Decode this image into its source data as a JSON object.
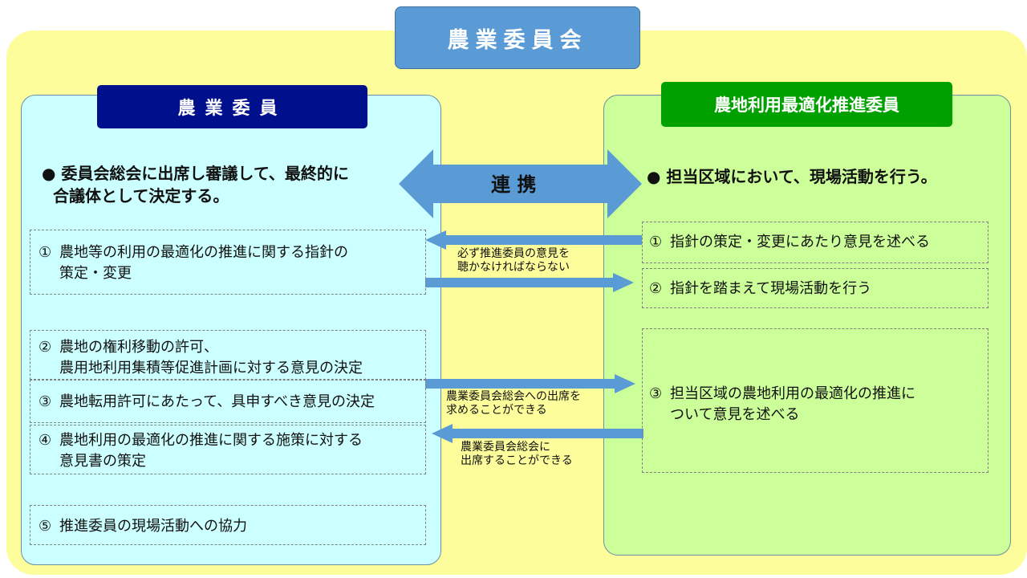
{
  "title": "農業委員会",
  "left": {
    "header": "農業委員",
    "lead_line1": "● 委員会総会に出席し審議して、最終的に",
    "lead_line2": "合議体として決定する。",
    "items": [
      {
        "num": "①",
        "line1": "農地等の利用の最適化の推進に関する指針の",
        "line2": "策定・変更"
      },
      {
        "num": "②",
        "line1": "農地の権利移動の許可、",
        "line2": "農用地利用集積等促進計画に対する意見の決定"
      },
      {
        "num": "③",
        "line1": "農地転用許可にあたって、具申すべき意見の決定"
      },
      {
        "num": "④",
        "line1": "農地利用の最適化の推進に関する施策に対する",
        "line2": "意見書の策定"
      },
      {
        "num": "⑤",
        "line1": "推進委員の現場活動への協力"
      }
    ]
  },
  "right": {
    "header": "農地利用最適化推進委員",
    "lead": "● 担当区域において、現場活動を行う。",
    "items": [
      {
        "num": "①",
        "line1": "指針の策定・変更にあたり意見を述べる"
      },
      {
        "num": "②",
        "line1": "指針を踏まえて現場活動を行う"
      },
      {
        "num": "③",
        "line1": "担当区域の農地利用の最適化の推進に",
        "line2": "ついて意見を述べる"
      }
    ]
  },
  "center": {
    "cooperation": "連 携",
    "note1_line1": "必ず推進委員の意見を",
    "note1_line2": "聴かなければならない",
    "note2_line1": "農業委員会総会への出席を",
    "note2_line2": "求めることができる",
    "note3_line1": "農業委員会総会に",
    "note3_line2": "出席することができる"
  },
  "colors": {
    "outer_background": "#fdfd9c",
    "title_box": "#5b9bd5",
    "left_panel": "#ccffff",
    "right_panel": "#ccff99",
    "left_header": "#000f8c",
    "right_header": "#00a000",
    "arrow": "#5b9bd5"
  }
}
